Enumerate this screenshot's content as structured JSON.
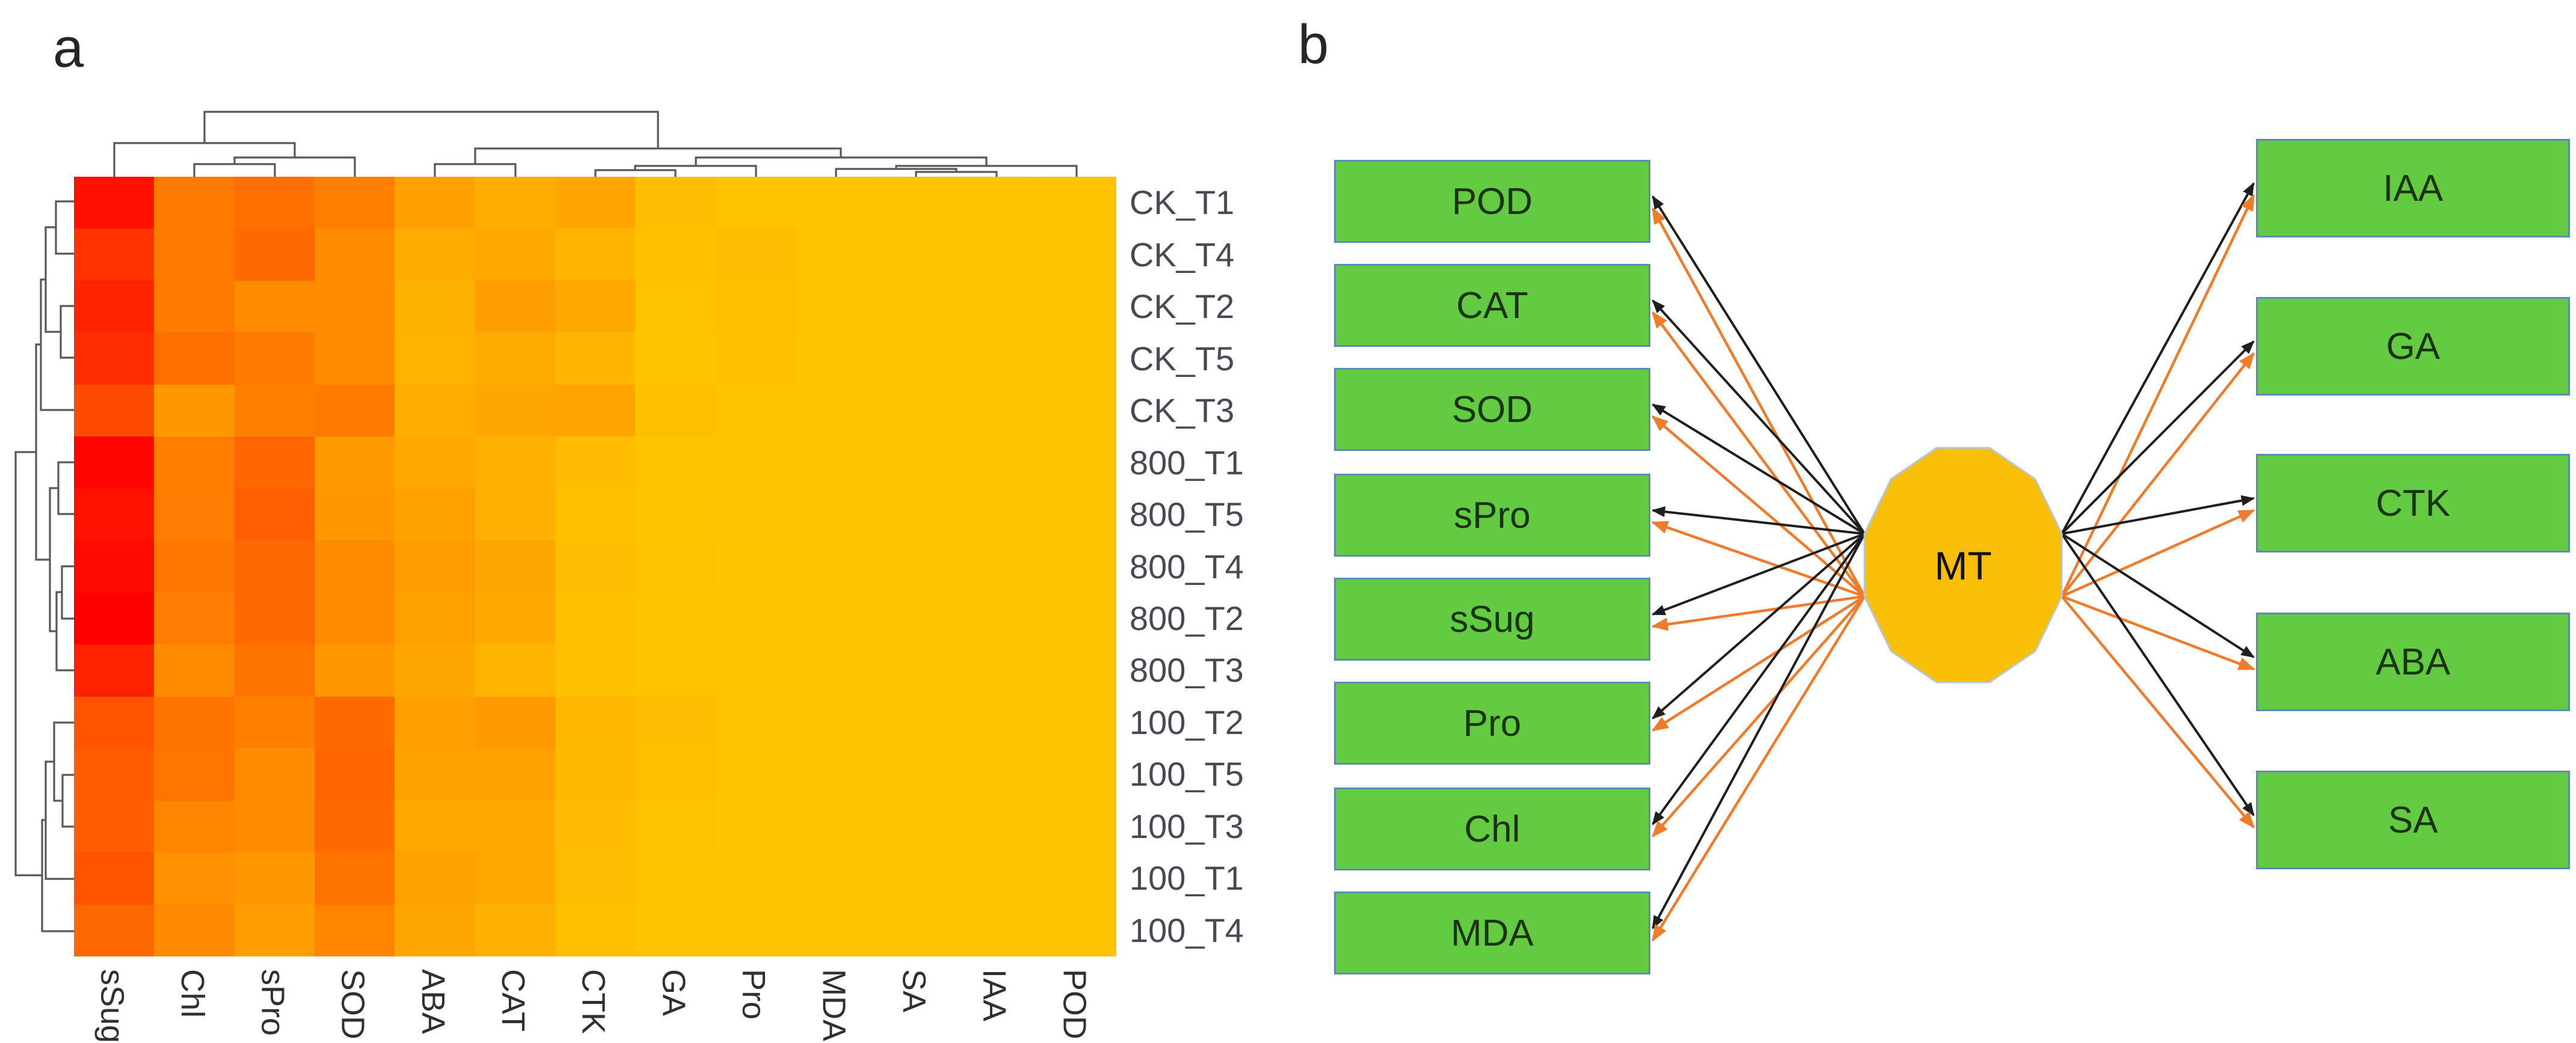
{
  "figure": {
    "panel_a_label": "a",
    "panel_b_label": "b"
  },
  "colors": {
    "background": "#ffffff",
    "dendrogram_line": "#595959",
    "row_label_text": "#474a52",
    "col_label_text": "#303030",
    "node_green_fill": "#62cb41",
    "node_border_blue": "#5b8bb5",
    "node_text": "#1a330d",
    "mt_fill": "#f9be07",
    "mt_border": "#b6c6d8",
    "edge_black": "#1f1f1f",
    "edge_orange": "#f07c2b"
  },
  "chart_data": [
    {
      "type": "heatmap",
      "panel": "a",
      "rows": [
        "CK_T1",
        "CK_T4",
        "CK_T2",
        "CK_T5",
        "CK_T3",
        "800_T1",
        "800_T5",
        "800_T4",
        "800_T2",
        "800_T3",
        "100_T2",
        "100_T5",
        "100_T3",
        "100_T1",
        "100_T4"
      ],
      "columns": [
        "sSug",
        "Chl",
        "sPro",
        "SOD",
        "ABA",
        "CAT",
        "CTK",
        "GA",
        "Pro",
        "MDA",
        "SA",
        "IAA",
        "POD"
      ],
      "color_scale_note": "red = high, gold/yellow = low",
      "column_dendrogram_newick": "((sSug,((Chl,sPro),SOD)),((ABA,CAT),(((CTK,GA),Pro),((MDA,(SA,IAA)),POD))))",
      "row_dendrogram_newick": "(((((CK_T1,CK_T4),(CK_T2,CK_T5)),CK_T3),((800_T1,800_T5),((800_T4,800_T2),800_T3))),(((100_T2,(100_T5,100_T3)),100_T1),100_T4))",
      "cell_colors": [
        [
          "#ff1000",
          "#ff7b00",
          "#ff7000",
          "#ff8000",
          "#ff9f00",
          "#ffad00",
          "#ffa400",
          "#ffbd00",
          "#ffc300",
          "#ffc300",
          "#ffc400",
          "#ffc400",
          "#ffc300"
        ],
        [
          "#ff3200",
          "#ff7b00",
          "#ff6a00",
          "#ff8b00",
          "#ffab00",
          "#ffa800",
          "#ffb500",
          "#ffc000",
          "#ffbd00",
          "#ffc300",
          "#ffc400",
          "#ffc400",
          "#ffc300"
        ],
        [
          "#ff2300",
          "#ff7b00",
          "#ff8b00",
          "#ff8b00",
          "#ffb100",
          "#ff9e00",
          "#ffa900",
          "#ffc200",
          "#ffbe00",
          "#ffc300",
          "#ffc300",
          "#ffc400",
          "#ffc300"
        ],
        [
          "#ff2d00",
          "#ff6f00",
          "#ff7b00",
          "#ff8b00",
          "#ffb300",
          "#ffab00",
          "#ffb600",
          "#ffc300",
          "#ffc000",
          "#ffc300",
          "#ffc400",
          "#ffc300",
          "#ffc300"
        ],
        [
          "#ff4b00",
          "#ff9700",
          "#ff8000",
          "#ff7b00",
          "#ffae00",
          "#ffa600",
          "#ffa400",
          "#ffc000",
          "#ffc300",
          "#ffc300",
          "#ffc300",
          "#ffc300",
          "#ffc300"
        ],
        [
          "#ff0400",
          "#ff7e00",
          "#ff6600",
          "#ff9b00",
          "#ffa900",
          "#ffb000",
          "#ffbc00",
          "#ffc300",
          "#ffc300",
          "#ffc300",
          "#ffc300",
          "#ffc400",
          "#ffc300"
        ],
        [
          "#ff1300",
          "#ff7d00",
          "#ff5f00",
          "#ff9800",
          "#ffa200",
          "#ffb000",
          "#ffc000",
          "#ffc300",
          "#ffc200",
          "#ffc300",
          "#ffc300",
          "#ffc300",
          "#ffc300"
        ],
        [
          "#ff0900",
          "#ff7700",
          "#ff6a00",
          "#ff8c00",
          "#ff9c00",
          "#ffa500",
          "#ffbd00",
          "#ffc200",
          "#ffc300",
          "#ffc300",
          "#ffc300",
          "#ffc300",
          "#ffc300"
        ],
        [
          "#ff0000",
          "#ff7d00",
          "#ff6a00",
          "#ff8c00",
          "#ffa200",
          "#ffaa00",
          "#ffc000",
          "#ffc300",
          "#ffc300",
          "#ffc300",
          "#ffc300",
          "#ffc300",
          "#ffc300"
        ],
        [
          "#ff2100",
          "#ff8b00",
          "#ff7400",
          "#ff9700",
          "#ffa600",
          "#ffb400",
          "#ffc000",
          "#ffc300",
          "#ffc300",
          "#ffc300",
          "#ffc300",
          "#ffc300",
          "#ffc300"
        ],
        [
          "#ff5300",
          "#ff7300",
          "#ff8000",
          "#ff6a00",
          "#ffa000",
          "#ff9b00",
          "#ffb700",
          "#ffbd00",
          "#ffc200",
          "#ffc300",
          "#ffc300",
          "#ffc300",
          "#ffc300"
        ],
        [
          "#ff5d00",
          "#ff7500",
          "#ff8c00",
          "#ff6600",
          "#ffa200",
          "#ffa200",
          "#ffb900",
          "#ffc000",
          "#ffc300",
          "#ffc300",
          "#ffc300",
          "#ffc300",
          "#ffc300"
        ],
        [
          "#ff5d00",
          "#ff8500",
          "#ff8c00",
          "#ff6a00",
          "#ffa800",
          "#ffa800",
          "#ffbb00",
          "#ffc200",
          "#ffc300",
          "#ffc300",
          "#ffc300",
          "#ffc300",
          "#ffc300"
        ],
        [
          "#ff5300",
          "#ff9100",
          "#ff9700",
          "#ff7400",
          "#ffa200",
          "#ffa800",
          "#ffbd00",
          "#ffc300",
          "#ffc300",
          "#ffc300",
          "#ffc300",
          "#ffc300",
          "#ffc300"
        ],
        [
          "#ff6700",
          "#ff8900",
          "#ff9c00",
          "#ff8500",
          "#ffa600",
          "#ffb000",
          "#ffc000",
          "#ffc300",
          "#ffc300",
          "#ffc300",
          "#ffc300",
          "#ffc300",
          "#ffc300"
        ]
      ]
    },
    {
      "type": "network",
      "panel": "b",
      "center_node": "MT",
      "left_nodes": [
        "POD",
        "CAT",
        "SOD",
        "sPro",
        "sSug",
        "Pro",
        "Chl",
        "MDA"
      ],
      "right_nodes": [
        "IAA",
        "GA",
        "CTK",
        "ABA",
        "SA"
      ],
      "edges_note": "each green node is linked to MT by one black arrow and one orange arrow; arrowheads point at the green nodes",
      "edge_colors": [
        "#1f1f1f",
        "#f07c2b"
      ]
    }
  ]
}
